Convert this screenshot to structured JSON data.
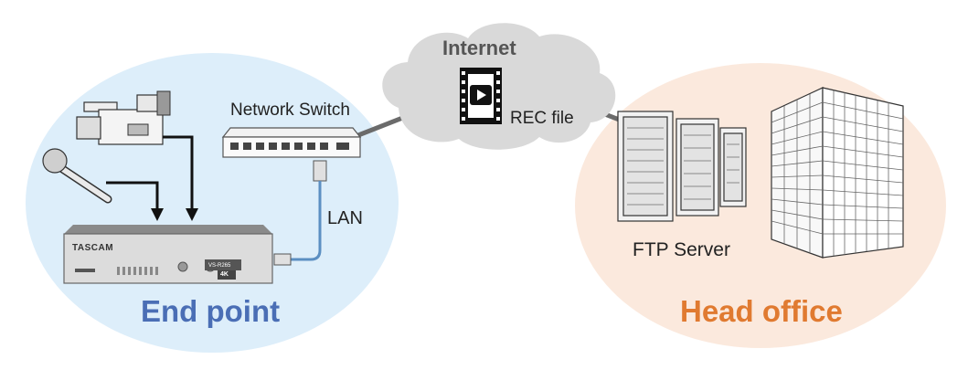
{
  "colors": {
    "endpoint_bg": "#ddeefa",
    "headoffice_bg": "#fbe9dd",
    "cloud": "#d9d9d9",
    "endpoint_label": "#4a6eb5",
    "headoffice_label": "#e07a30",
    "lan_cable": "#5b8fc2",
    "link": "#6b6b6b"
  },
  "labels": {
    "internet": "Internet",
    "rec_file": "REC file",
    "network_switch": "Network Switch",
    "lan": "LAN",
    "ftp_server": "FTP Server",
    "end_point": "End point",
    "head_office": "Head office"
  },
  "device": {
    "brand": "TASCAM",
    "model": "VS-R265",
    "badge": "4K"
  },
  "icons": [
    "video-camera-icon",
    "microphone-icon",
    "recorder-device-icon",
    "network-switch-icon",
    "lan-connector-icon",
    "video-file-icon",
    "ftp-server-icon",
    "office-building-icon"
  ]
}
